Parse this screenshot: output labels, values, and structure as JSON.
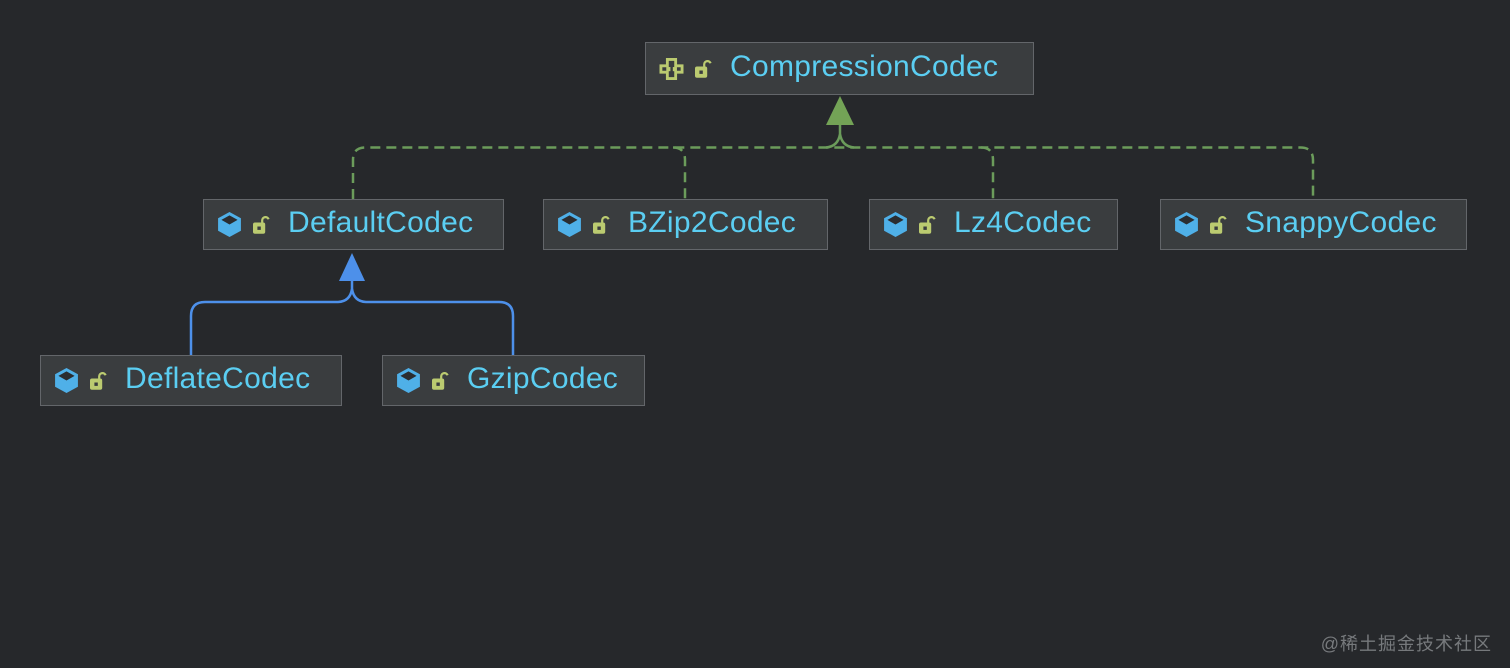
{
  "diagram": {
    "title": "Hadoop CompressionCodec class hierarchy",
    "nodes": [
      {
        "id": "compressioncodec",
        "label": "CompressionCodec",
        "kind": "interface",
        "icons": [
          "interface-icon",
          "unlocked-padlock-icon"
        ]
      },
      {
        "id": "defaultcodec",
        "label": "DefaultCodec",
        "kind": "class",
        "icons": [
          "class-icon",
          "unlocked-padlock-icon"
        ]
      },
      {
        "id": "bzip2codec",
        "label": "BZip2Codec",
        "kind": "class",
        "icons": [
          "class-icon",
          "unlocked-padlock-icon"
        ]
      },
      {
        "id": "lz4codec",
        "label": "Lz4Codec",
        "kind": "class",
        "icons": [
          "class-icon",
          "unlocked-padlock-icon"
        ]
      },
      {
        "id": "snappycodec",
        "label": "SnappyCodec",
        "kind": "class",
        "icons": [
          "class-icon",
          "unlocked-padlock-icon"
        ]
      },
      {
        "id": "deflatecodec",
        "label": "DeflateCodec",
        "kind": "class",
        "icons": [
          "class-icon",
          "unlocked-padlock-icon"
        ]
      },
      {
        "id": "gzipcodec",
        "label": "GzipCodec",
        "kind": "class",
        "icons": [
          "class-icon",
          "unlocked-padlock-icon"
        ]
      }
    ],
    "edges": [
      {
        "from": "defaultcodec",
        "to": "compressioncodec",
        "type": "implements",
        "line": "dashed",
        "color": "#6b9c5b"
      },
      {
        "from": "bzip2codec",
        "to": "compressioncodec",
        "type": "implements",
        "line": "dashed",
        "color": "#6b9c5b"
      },
      {
        "from": "lz4codec",
        "to": "compressioncodec",
        "type": "implements",
        "line": "dashed",
        "color": "#6b9c5b"
      },
      {
        "from": "snappycodec",
        "to": "compressioncodec",
        "type": "implements",
        "line": "dashed",
        "color": "#6b9c5b"
      },
      {
        "from": "deflatecodec",
        "to": "defaultcodec",
        "type": "extends",
        "line": "solid",
        "color": "#4d90ea"
      },
      {
        "from": "gzipcodec",
        "to": "defaultcodec",
        "type": "extends",
        "line": "solid",
        "color": "#4d90ea"
      }
    ],
    "colors": {
      "background": "#26282b",
      "node_fill": "#3a3d3f",
      "node_border": "#63666a",
      "node_label": "#5bcef2",
      "implements_edge": "#6b9c5b",
      "extends_edge": "#4d90ea",
      "interface_icon": "#bbcb70",
      "padlock_icon": "#bbcb70",
      "class_icon": "#4fb0e8"
    }
  },
  "watermark": {
    "text": "@稀土掘金技术社区"
  }
}
